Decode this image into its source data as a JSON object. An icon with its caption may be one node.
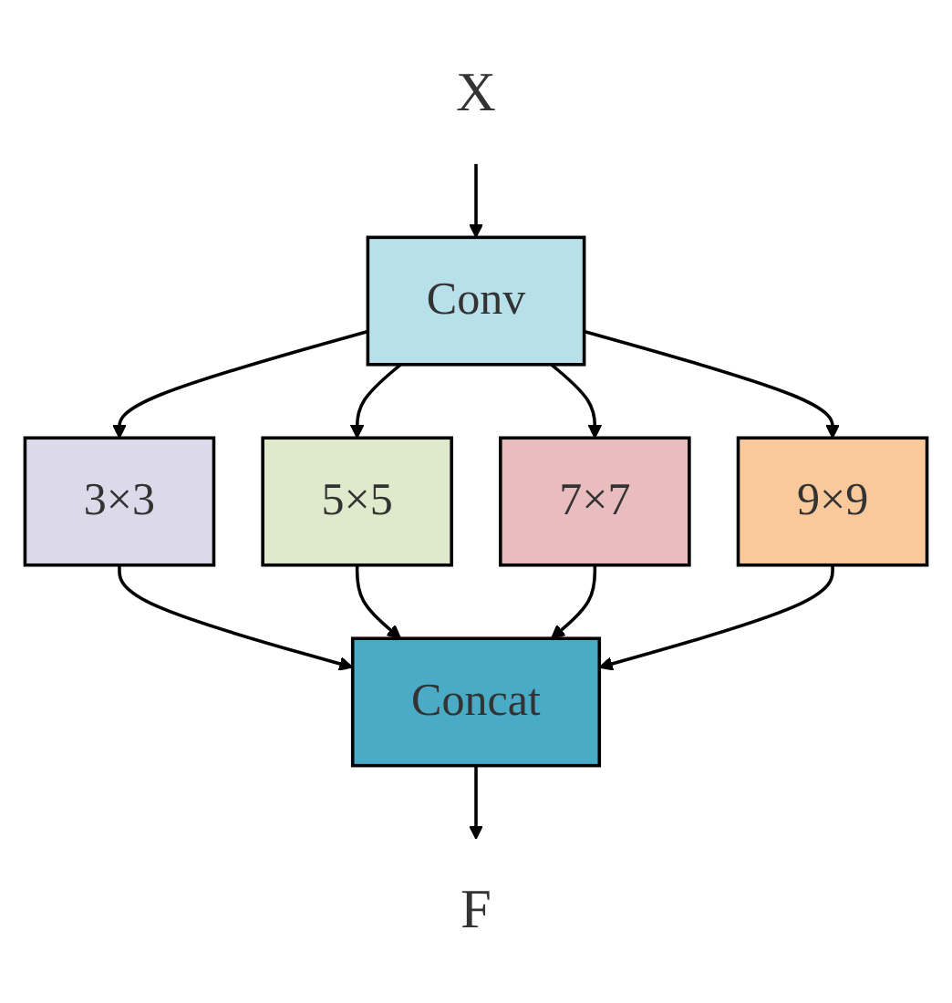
{
  "diagram": {
    "nodes": [
      {
        "text": [
          "X"
        ]
      },
      {
        "text": [
          "Conv"
        ]
      },
      {
        "text": [
          "3×3"
        ]
      },
      {
        "text": [
          "5×5"
        ]
      },
      {
        "text": [
          "7×7"
        ]
      },
      {
        "text": [
          "9×9"
        ]
      },
      {
        "text": [
          "Concat"
        ]
      },
      {
        "text": [
          "F"
        ]
      }
    ],
    "edges": [
      {
        "from": 0,
        "to": 1,
        "arrow": "to"
      },
      {
        "from": 1,
        "to": 2,
        "arrow": "to"
      },
      {
        "from": 1,
        "to": 3,
        "arrow": "to"
      },
      {
        "from": 1,
        "to": 4,
        "arrow": "to"
      },
      {
        "from": 1,
        "to": 5,
        "arrow": "to"
      },
      {
        "from": 2,
        "to": 6,
        "arrow": "to"
      },
      {
        "from": 3,
        "to": 6,
        "arrow": "to"
      },
      {
        "from": 4,
        "to": 6,
        "arrow": "to"
      },
      {
        "from": 5,
        "to": 6,
        "arrow": "to"
      },
      {
        "from": 6,
        "to": 7,
        "arrow": "to"
      }
    ]
  }
}
